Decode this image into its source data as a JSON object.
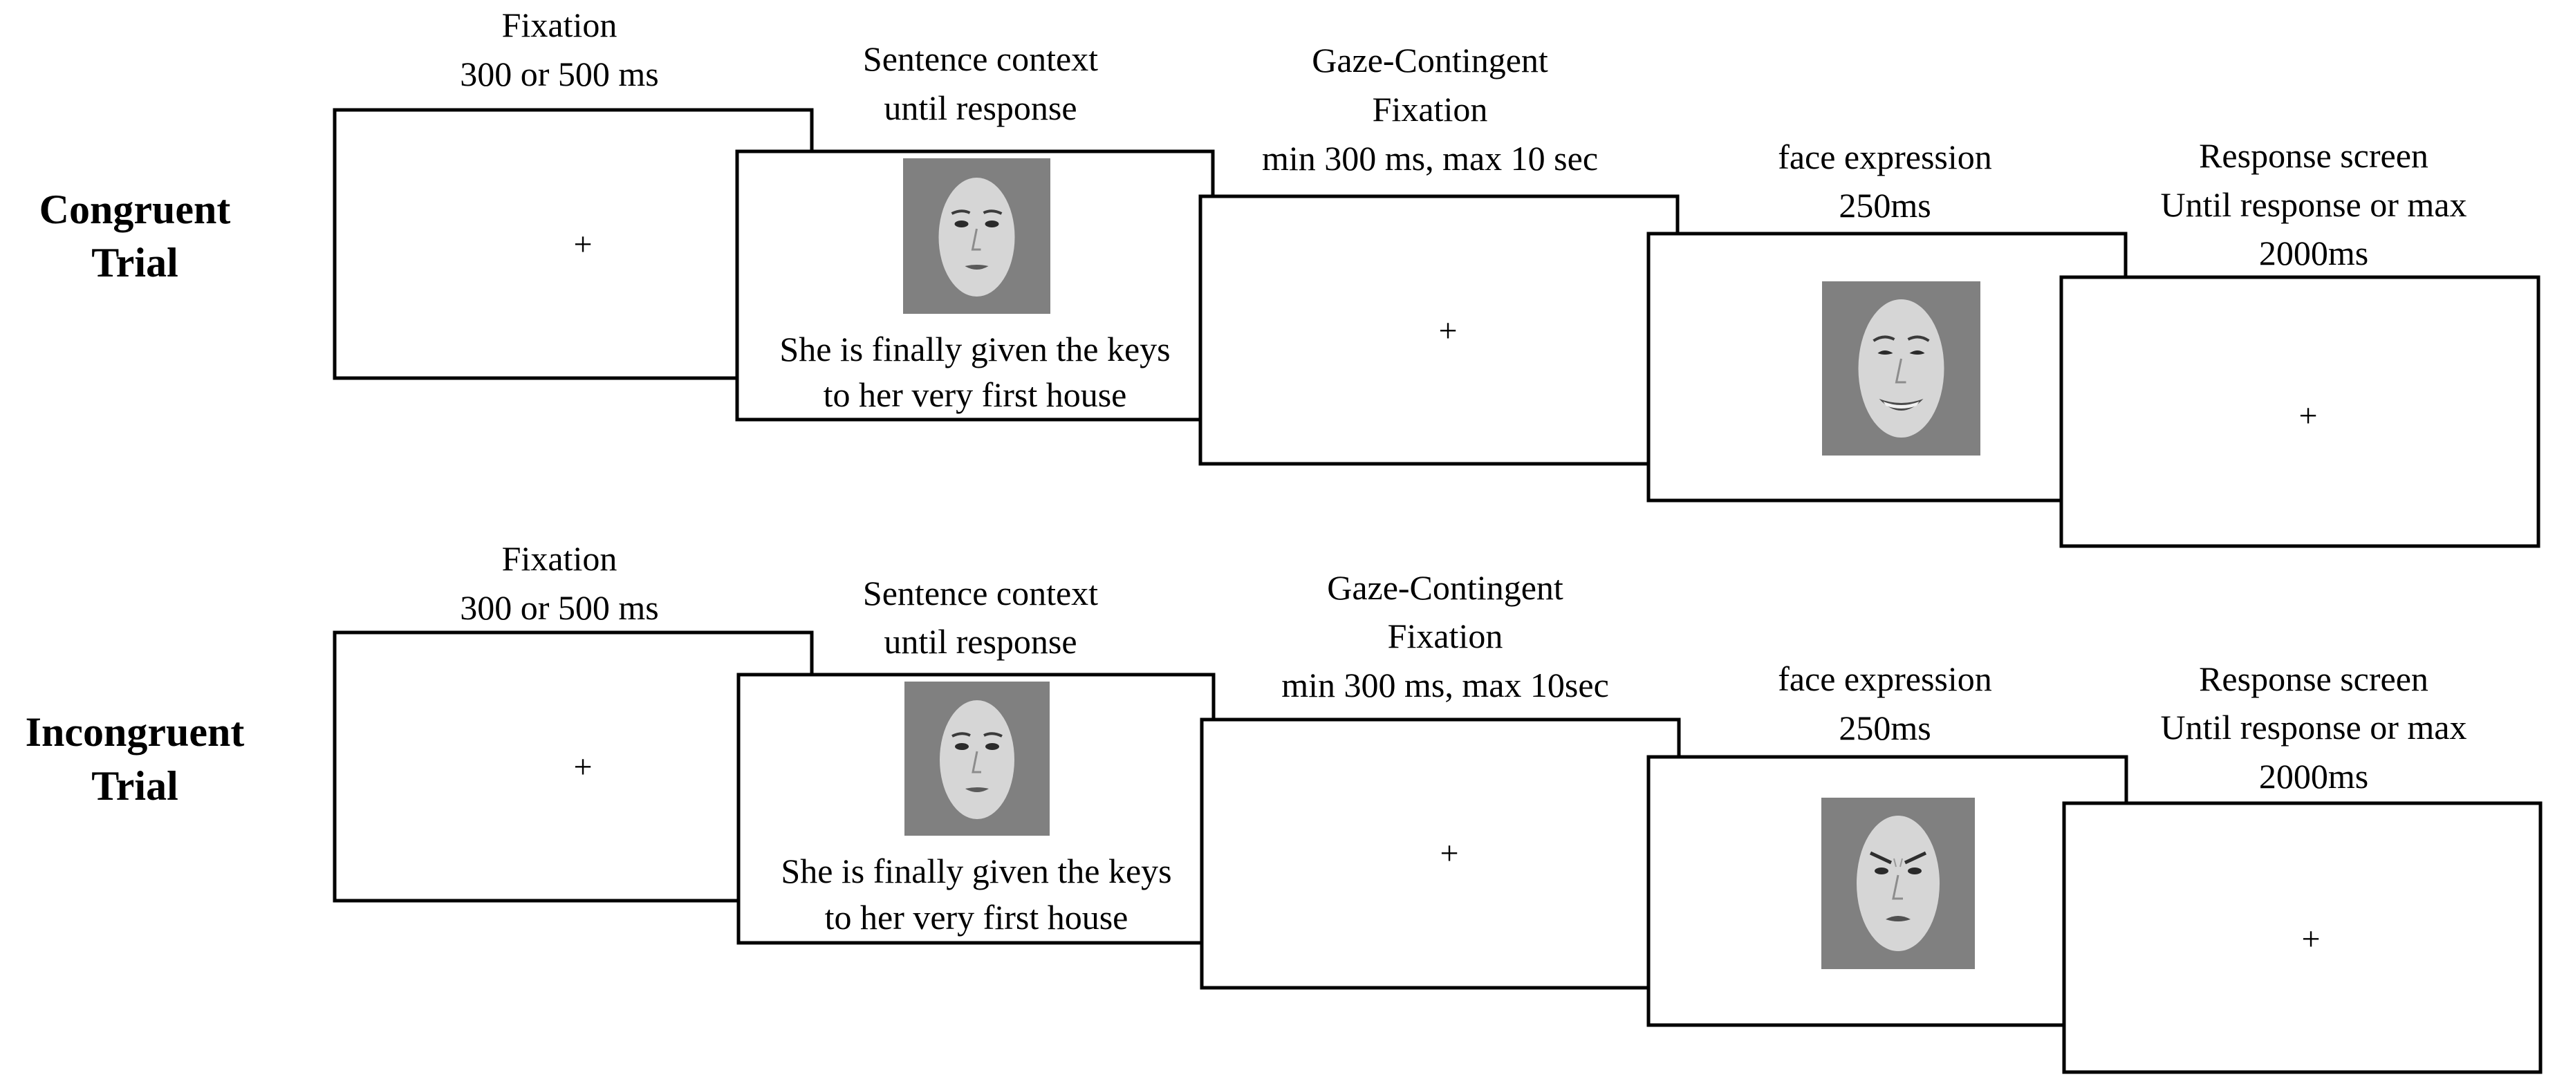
{
  "trials": [
    {
      "label_lines": [
        "Congruent",
        "Trial"
      ],
      "screens": [
        {
          "label_lines": [
            "Fixation",
            "300 or 500 ms"
          ],
          "content": "+"
        },
        {
          "label_lines": [
            "Sentence context",
            "until response"
          ],
          "face": "neutral",
          "sentence_lines": [
            "She is finally given the keys",
            "to her very first house"
          ]
        },
        {
          "label_lines": [
            "Gaze-Contingent",
            "Fixation",
            "min 300 ms, max 10 sec"
          ],
          "content": "+"
        },
        {
          "label_lines": [
            "face expression",
            "250ms"
          ],
          "face": "happy"
        },
        {
          "label_lines": [
            "Response screen",
            "Until response or max",
            "2000ms"
          ],
          "content": "+"
        }
      ]
    },
    {
      "label_lines": [
        "Incongruent",
        "Trial"
      ],
      "screens": [
        {
          "label_lines": [
            "Fixation",
            "300 or 500 ms"
          ],
          "content": "+"
        },
        {
          "label_lines": [
            "Sentence context",
            "until response"
          ],
          "face": "neutral",
          "sentence_lines": [
            "She is finally given the keys",
            "to her very first house"
          ]
        },
        {
          "label_lines": [
            "Gaze-Contingent",
            "Fixation",
            "min 300 ms, max 10sec"
          ],
          "content": "+"
        },
        {
          "label_lines": [
            "face expression",
            "250ms"
          ],
          "face": "angry"
        },
        {
          "label_lines": [
            "Response screen",
            "Until response or max",
            "2000ms"
          ],
          "content": "+"
        }
      ]
    }
  ],
  "colors": {
    "face_background": "#808080",
    "skin": "#d6d6d6",
    "frame": "#000000"
  }
}
